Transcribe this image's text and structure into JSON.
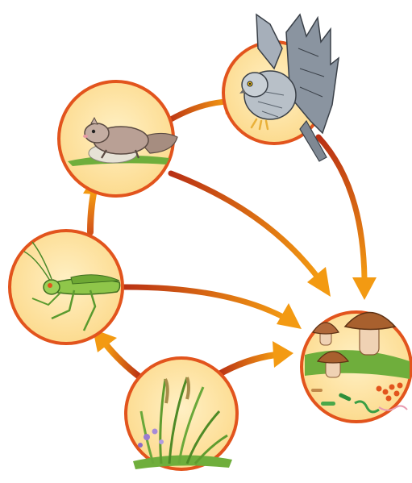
{
  "diagram": {
    "type": "food-chain",
    "colors": {
      "circle_fill": "#fde3a2",
      "circle_border": "#e2541d",
      "arrow_main": "#f39a12",
      "arrow_dark": "#b82f14",
      "ground": "#6fae3c"
    },
    "nodes": [
      {
        "id": "owl",
        "icon": "owl-icon"
      },
      {
        "id": "squirrel",
        "icon": "squirrel-icon"
      },
      {
        "id": "grasshopper",
        "icon": "grasshopper-icon"
      },
      {
        "id": "grass",
        "icon": "grass-icon"
      },
      {
        "id": "decomposers",
        "icon": "mushrooms-bacteria-icon"
      }
    ],
    "links": [
      {
        "from": "grass",
        "to": "grasshopper"
      },
      {
        "from": "grasshopper",
        "to": "squirrel"
      },
      {
        "from": "squirrel",
        "to": "owl"
      },
      {
        "from": "owl",
        "to": "decomposers"
      },
      {
        "from": "squirrel",
        "to": "decomposers"
      },
      {
        "from": "grasshopper",
        "to": "decomposers"
      },
      {
        "from": "grass",
        "to": "decomposers"
      }
    ]
  }
}
